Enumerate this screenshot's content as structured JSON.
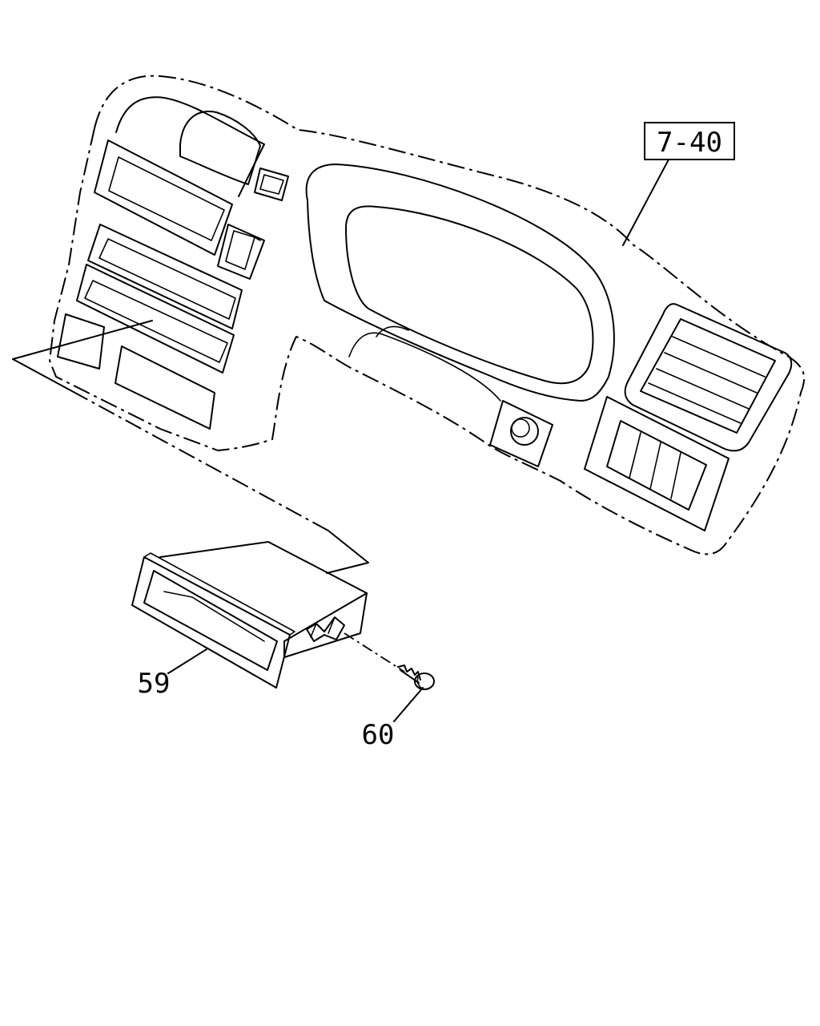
{
  "callouts": {
    "ref_label": "7-40",
    "part_59": "59",
    "part_60": "60"
  }
}
